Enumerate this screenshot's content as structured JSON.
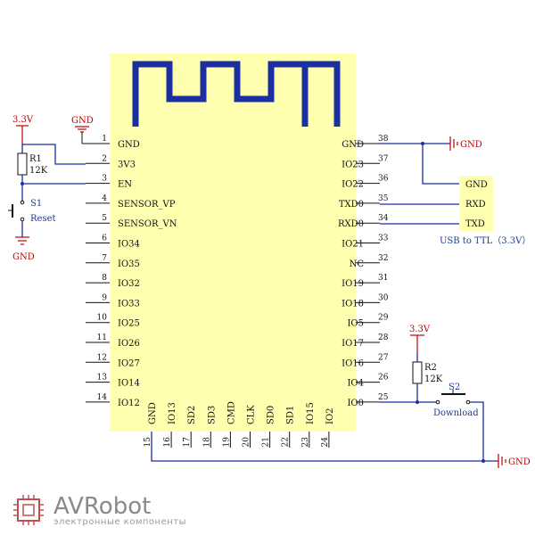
{
  "chip": {
    "body_color": "#ffffb0",
    "antenna_color": "#1c2fa0",
    "left_pins": [
      {
        "num": "1",
        "name": "GND"
      },
      {
        "num": "2",
        "name": "3V3"
      },
      {
        "num": "3",
        "name": "EN"
      },
      {
        "num": "4",
        "name": "SENSOR_VP"
      },
      {
        "num": "5",
        "name": "SENSOR_VN"
      },
      {
        "num": "6",
        "name": "IO34"
      },
      {
        "num": "7",
        "name": "IO35"
      },
      {
        "num": "8",
        "name": "IO32"
      },
      {
        "num": "9",
        "name": "IO33"
      },
      {
        "num": "10",
        "name": "IO25"
      },
      {
        "num": "11",
        "name": "IO26"
      },
      {
        "num": "12",
        "name": "IO27"
      },
      {
        "num": "13",
        "name": "IO14"
      },
      {
        "num": "14",
        "name": "IO12"
      }
    ],
    "right_pins": [
      {
        "num": "38",
        "name": "GND"
      },
      {
        "num": "37",
        "name": "IO23"
      },
      {
        "num": "36",
        "name": "IO22"
      },
      {
        "num": "35",
        "name": "TXD0"
      },
      {
        "num": "34",
        "name": "RXD0"
      },
      {
        "num": "33",
        "name": "IO21"
      },
      {
        "num": "32",
        "name": "NC"
      },
      {
        "num": "31",
        "name": "IO19"
      },
      {
        "num": "30",
        "name": "IO18"
      },
      {
        "num": "29",
        "name": "IO5"
      },
      {
        "num": "28",
        "name": "IO17"
      },
      {
        "num": "27",
        "name": "IO16"
      },
      {
        "num": "26",
        "name": "IO4"
      },
      {
        "num": "25",
        "name": "IO0"
      }
    ],
    "bottom_pins": [
      {
        "num": "15",
        "name": "GND"
      },
      {
        "num": "16",
        "name": "IO13"
      },
      {
        "num": "17",
        "name": "SD2"
      },
      {
        "num": "18",
        "name": "SD3"
      },
      {
        "num": "19",
        "name": "CMD"
      },
      {
        "num": "20",
        "name": "CLK"
      },
      {
        "num": "21",
        "name": "SD0"
      },
      {
        "num": "22",
        "name": "SD1"
      },
      {
        "num": "23",
        "name": "IO15"
      },
      {
        "num": "24",
        "name": "IO2"
      }
    ]
  },
  "components": {
    "vcc_left": "3.3V",
    "gnd_top": "GND",
    "gnd_left": "GND",
    "r1_name": "R1",
    "r1_value": "12K",
    "s1_name": "S1",
    "s1_label": "Reset",
    "gnd_right_top": "GND",
    "uart_pins": [
      "GND",
      "RXD",
      "TXD"
    ],
    "uart_label": "USB to TTL（3.3V）",
    "vcc_right": "3.3V",
    "r2_name": "R2",
    "r2_value": "12K",
    "s2_name": "S2",
    "s2_label": "Download",
    "gnd_right_bottom": "GND"
  },
  "colors": {
    "wire": "#1c2fa0",
    "power": "#c00000",
    "uart_box": "#ffffb0"
  },
  "brand": {
    "name": "AVRobot",
    "tagline": "электронные компоненты",
    "icon": "chip-logo-icon",
    "color": "#c0504d"
  }
}
